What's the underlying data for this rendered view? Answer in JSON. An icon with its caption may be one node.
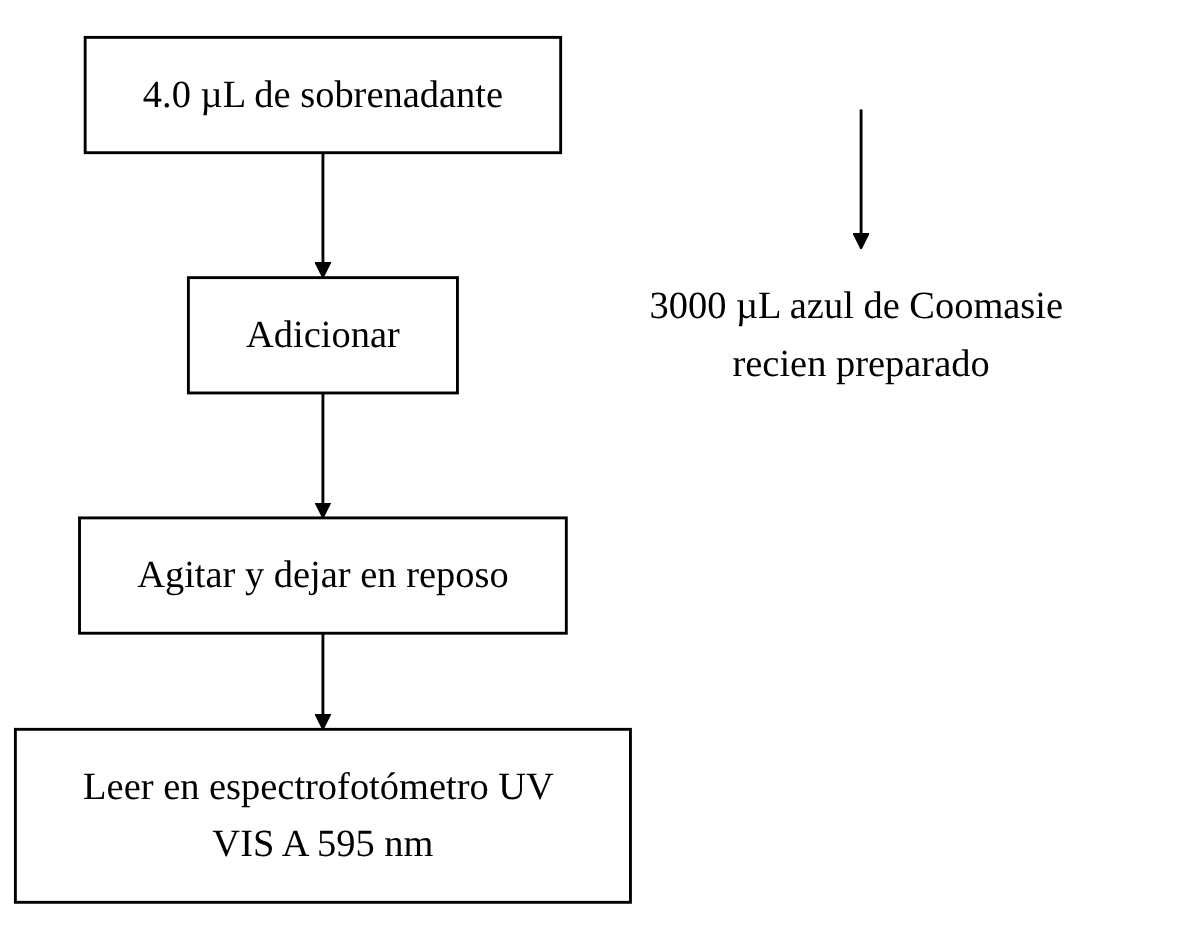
{
  "diagram": {
    "nodes": [
      {
        "text": [
          "4.0 µL de sobrenadante"
        ]
      },
      {
        "text": [
          "Adicionar"
        ]
      },
      {
        "text": [
          "3000 µL azul de Coomasie recien preparado"
        ]
      },
      {
        "text": [
          "Agitar y dejar en reposo"
        ]
      },
      {
        "text": [
          "Leer en espectrofotómetro UV VIS A 595 nm"
        ]
      }
    ],
    "edges": [
      {
        "from": 0,
        "to": 1,
        "arrow": "to"
      },
      {
        "from": 1,
        "to": 3,
        "arrow": "to"
      },
      {
        "from": null,
        "to": 2,
        "arrow": "to"
      },
      {
        "from": 3,
        "to": 4,
        "arrow": "to"
      }
    ]
  }
}
